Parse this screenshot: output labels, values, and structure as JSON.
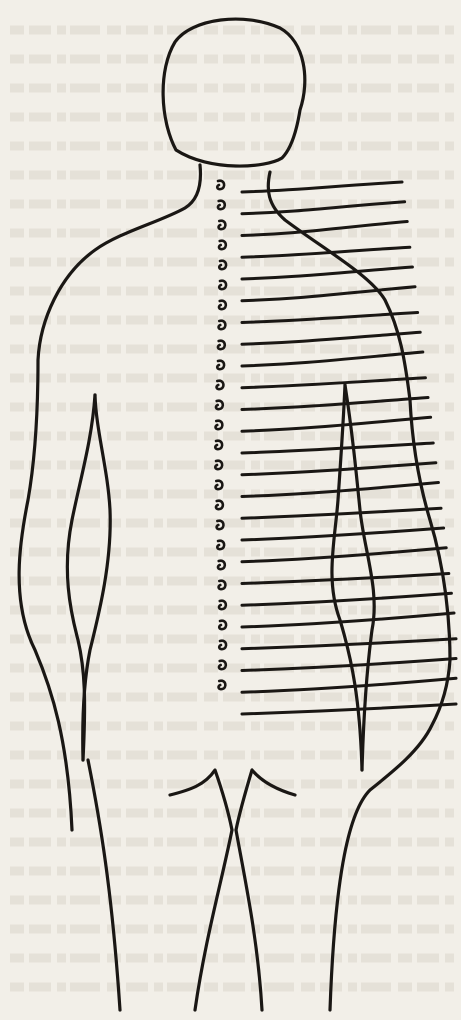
{
  "figure": {
    "subject": "back-view-human-figure",
    "paper_color": "#f2efe8",
    "ink_color": "#1a1714",
    "show_through_color": "#cfc9bd",
    "vertebra_count": 26,
    "nerve_line_count": 25
  }
}
